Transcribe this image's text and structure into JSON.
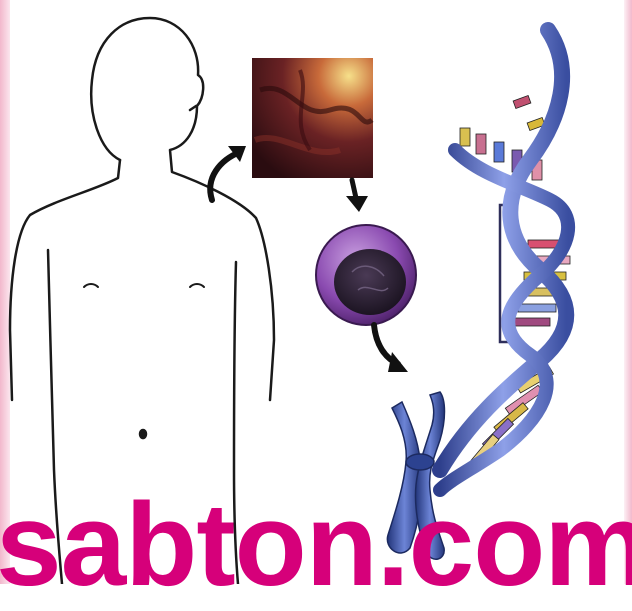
{
  "watermark": {
    "text": "sabton.com"
  },
  "colors": {
    "outline": "#1a1a1a",
    "tissue_dark": "#3a1418",
    "tissue_light": "#f0d070",
    "cell": "#7a3d9a",
    "nucleus": "#2a2030",
    "chromosome": "#3c5aa8",
    "dna_backbone": "#5a6fc8",
    "bracket": "#333366",
    "watermark": "#d6007a"
  },
  "icons": [
    "human-body-outline",
    "tissue-sample",
    "cell",
    "chromosome",
    "dna-double-helix",
    "arrow-icon",
    "bracket-icon"
  ]
}
